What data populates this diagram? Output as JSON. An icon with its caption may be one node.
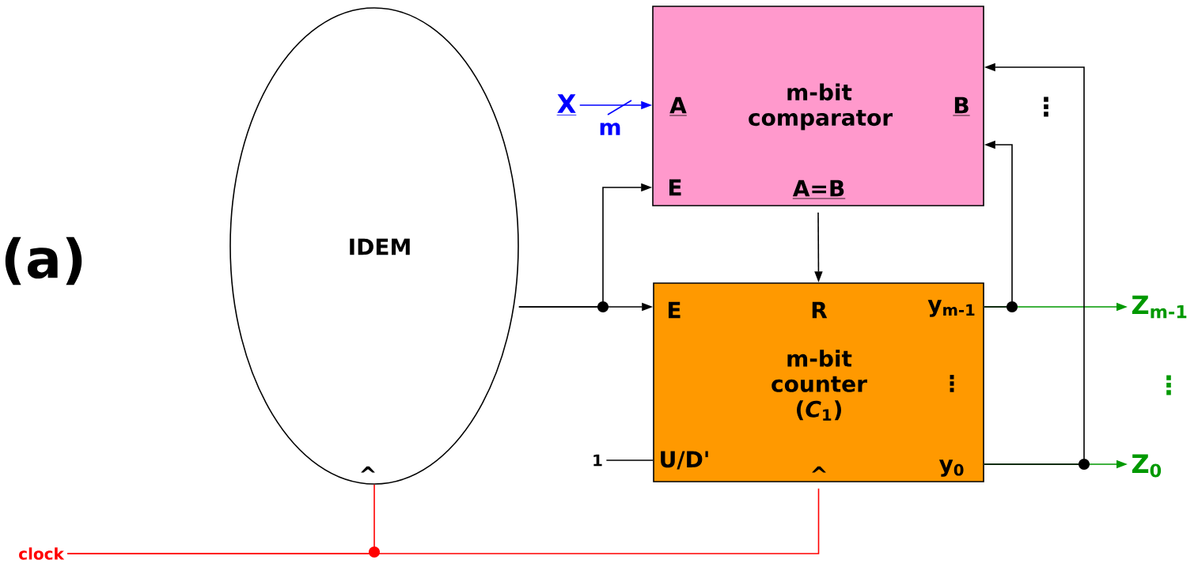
{
  "diagram": {
    "nodes": [
      {
        "text": [
          "IDEM",
          "^"
        ]
      },
      {
        "text": [
          "A",
          "m-bit comparator",
          "B",
          "E",
          "A=B"
        ]
      },
      {
        "text": [
          "E",
          "R",
          "y$_{m-1}$",
          "m-bit counter (*C*$_{1}$)",
          "⋮",
          "U/D'",
          "^",
          "y$_{0}$"
        ]
      },
      {
        "text": [
          "X"
        ]
      },
      {
        "text": [
          "1"
        ]
      },
      {
        "text": [
          "clock"
        ]
      },
      {
        "text": [
          "Z$_{m-1}$"
        ]
      },
      {
        "text": [
          "Z$_{0}$"
        ]
      }
    ],
    "edges": [
      {
        "from": 3,
        "to": 1,
        "arrow": "to",
        "label": "m",
        "color": "#0000ff"
      },
      {
        "from": 0,
        "to": 2,
        "arrow": "to"
      },
      {
        "from": 0,
        "to": 1,
        "arrow": "to"
      },
      {
        "from": 1,
        "to": 2,
        "arrow": "to"
      },
      {
        "from": 2,
        "to": 6,
        "arrow": "to",
        "color": "#009900"
      },
      {
        "from": 2,
        "to": 1,
        "arrow": "to"
      },
      {
        "from": 2,
        "to": 7,
        "arrow": "to",
        "color": "#009900"
      },
      {
        "from": 2,
        "to": 1,
        "arrow": "to"
      },
      {
        "from": 4,
        "to": 2,
        "arrow": "none"
      },
      {
        "from": 5,
        "to": 0,
        "arrow": "none",
        "color": "#ff0000"
      },
      {
        "from": 5,
        "to": 2,
        "arrow": "none",
        "color": "#ff0000"
      }
    ],
    "labels": [
      "⋮",
      "(a)",
      "⋮"
    ]
  }
}
